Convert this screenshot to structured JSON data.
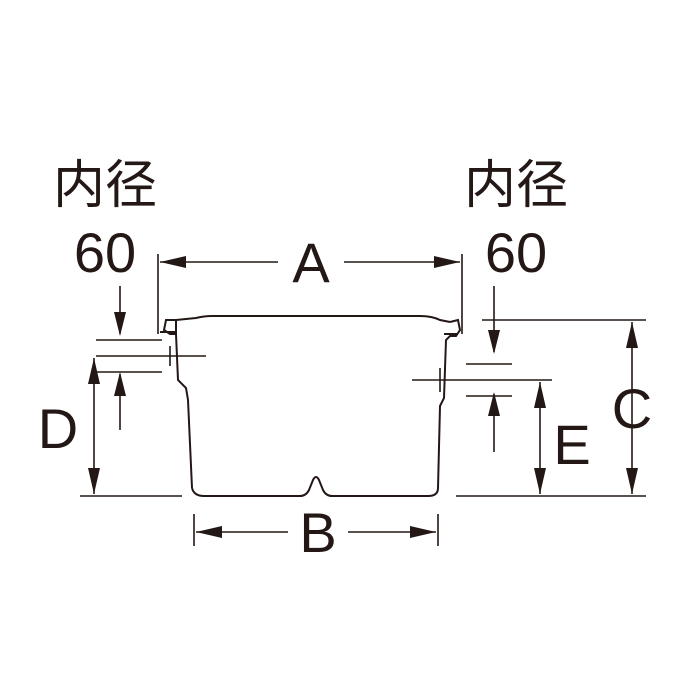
{
  "diagram": {
    "left_note": {
      "line1": "内径",
      "line2": "60"
    },
    "right_note": {
      "line1": "内径",
      "line2": "60"
    },
    "dimensions": {
      "a": "A",
      "b": "B",
      "c": "C",
      "d": "D",
      "e": "E"
    }
  }
}
